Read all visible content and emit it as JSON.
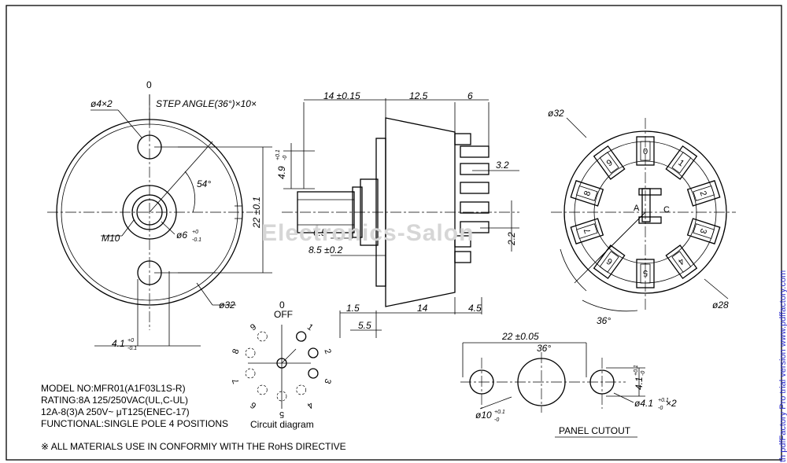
{
  "front_view": {
    "zero_label": "0",
    "hole_dim": "ø4×2",
    "step_angle": "STEP ANGLE(36°)×10×",
    "angle_label": "54°",
    "height_dim": "22 ±0.1",
    "thread_label": "M10",
    "shaft_dim_main": "ø6",
    "shaft_tol_top": "+0",
    "shaft_tol_bottom": "-0.1",
    "outer_dia": "ø32",
    "offset_dim": "4.1",
    "offset_tol_top": "+0",
    "offset_tol_bottom": "-0.1"
  },
  "side_view": {
    "dim_14": "14 ±0.15",
    "dim_12_5": "12.5",
    "dim_6": "6",
    "dim_4_9": "4.9",
    "dim_4_9_tol_top": "+0.1",
    "dim_4_9_tol_bottom": "-0",
    "dim_3_2": "3.2",
    "dim_6_5": "6.5",
    "dim_8_5": "8.5 ±0.2",
    "dim_2_2": "2.2",
    "dim_1_5": "1.5",
    "dim_14_bottom": "14",
    "dim_4_5": "4.5",
    "dim_5_5": "5.5"
  },
  "rear_view": {
    "outer_dia": "ø32",
    "inner_dia": "ø28",
    "angle_a": "36°",
    "angle_b": "36°",
    "terminals": [
      "0",
      "1",
      "2",
      "3",
      "4",
      "5",
      "6",
      "7",
      "8",
      "9"
    ],
    "center_a": "A",
    "center_c": "C"
  },
  "circuit": {
    "top_zero": "0",
    "off": "OFF",
    "positions": [
      "1",
      "2",
      "3",
      "4",
      "5",
      "6",
      "7",
      "8",
      "9"
    ],
    "caption": "Circuit diagram"
  },
  "panel_cutout": {
    "span_dim": "22 ±0.05",
    "hole_small_dim": "4.1",
    "hole_small_tol_top": "+0.1",
    "hole_small_tol_bottom": "-0",
    "hole_big_dim": "ø10",
    "hole_big_tol_top": "+0.1",
    "hole_big_tol_bottom": "-0",
    "holes_dim": "ø4.1",
    "holes_tol_top": "+0.1",
    "holes_tol_bottom": "-0",
    "holes_qty": "×2",
    "caption": "PANEL CUTOUT"
  },
  "notes": {
    "model": "MODEL NO:MFR01(A1F03L1S-R)",
    "rating": "RATING:8A 125/250VAC(UL,C-UL)",
    "rating2": "12A-8(3)A 250V~ μT125(ENEC-17)",
    "functional": "FUNCTIONAL:SINGLE POLE 4 POSITIONS",
    "rohs": "※ ALL MATERIALS USE IN CONFORMIY  WITH THE RoHS DIRECTIVE"
  },
  "watermark": "Electronics-Salon",
  "side_text": "th pdfFactory Pro trial version www.pdffactory.com"
}
